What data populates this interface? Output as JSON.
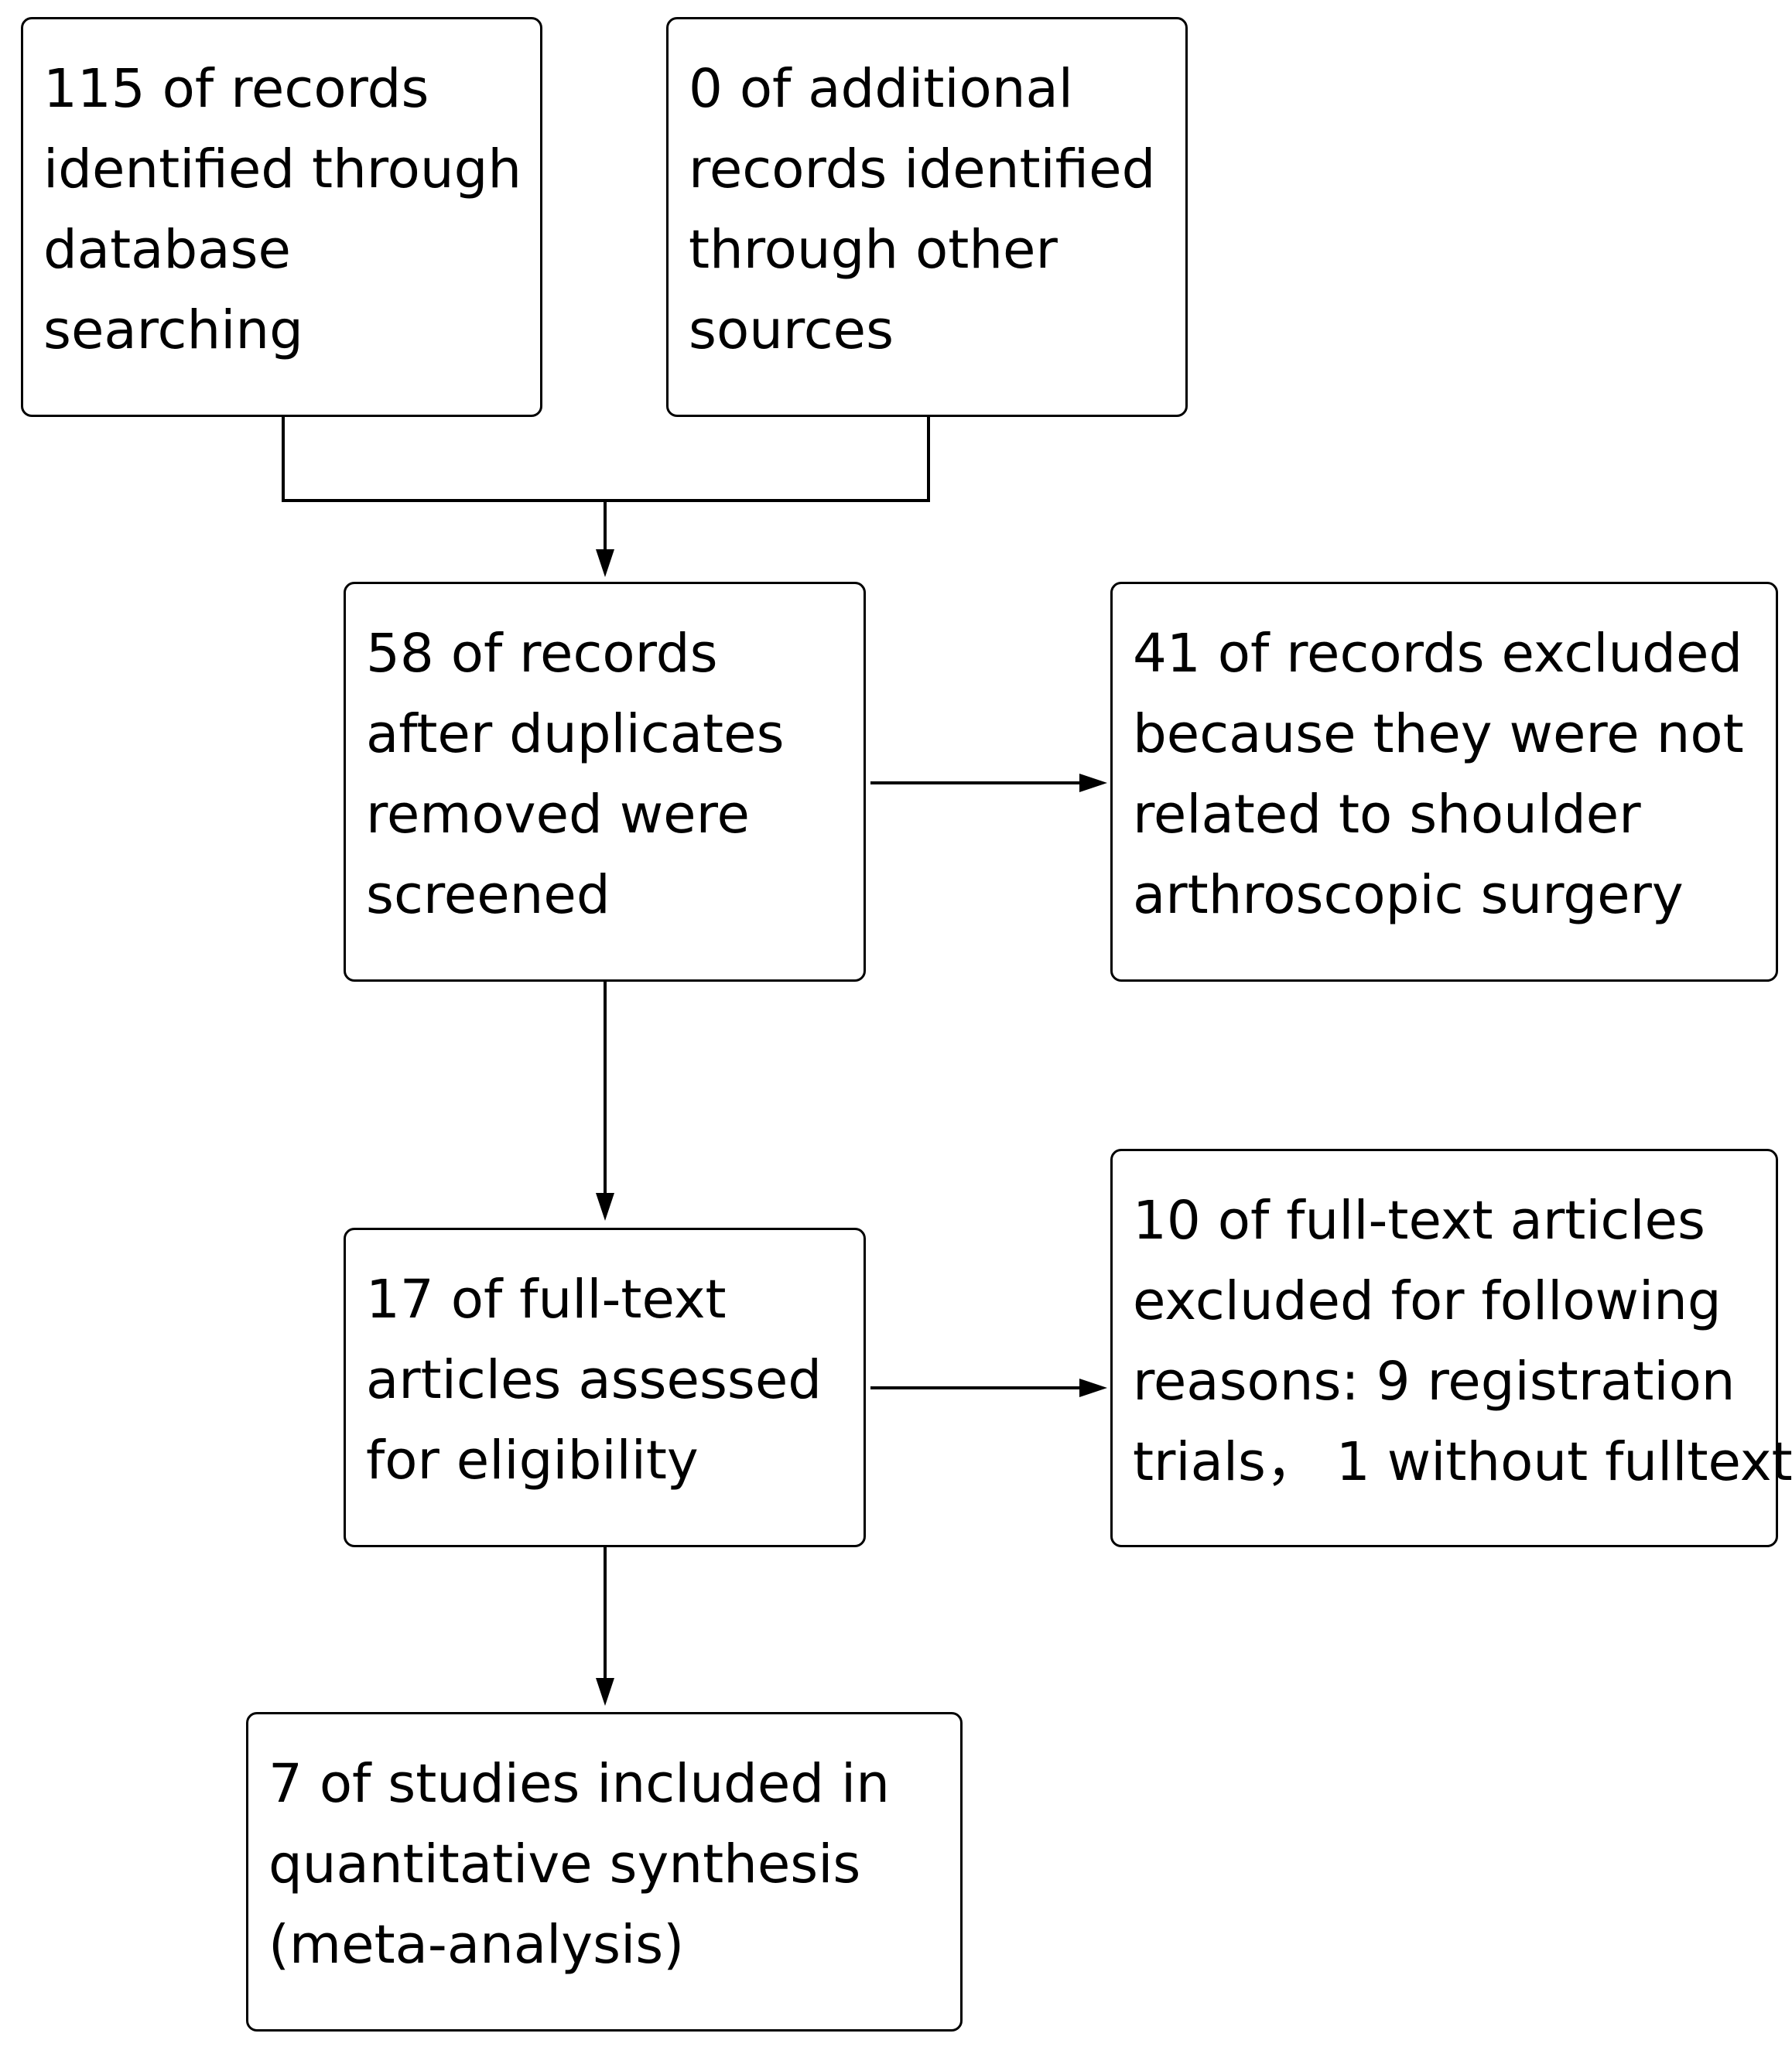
{
  "flowchart": {
    "identification_database": {
      "lines": [
        "115 of records",
        "identified through",
        "database",
        "searching"
      ]
    },
    "identification_other": {
      "lines": [
        "0 of additional",
        "records identified",
        "through other",
        "sources"
      ]
    },
    "screening": {
      "lines": [
        "58 of records",
        "after duplicates",
        "removed were",
        "screened"
      ]
    },
    "screening_excluded": {
      "lines": [
        "41 of records excluded",
        "because they were not",
        "related to shoulder",
        "arthroscopic surgery"
      ]
    },
    "eligibility": {
      "lines": [
        "17 of full-text",
        "articles assessed",
        "for eligibility"
      ]
    },
    "eligibility_excluded": {
      "lines": [
        "10 of full-text articles",
        "excluded for following",
        "reasons: 9 registration",
        "trials， 1 without fulltext"
      ]
    },
    "included": {
      "lines": [
        "7 of studies included in",
        "quantitative synthesis",
        "(meta-analysis)"
      ]
    }
  },
  "colors": {
    "stroke": "#000000",
    "background": "#ffffff"
  }
}
